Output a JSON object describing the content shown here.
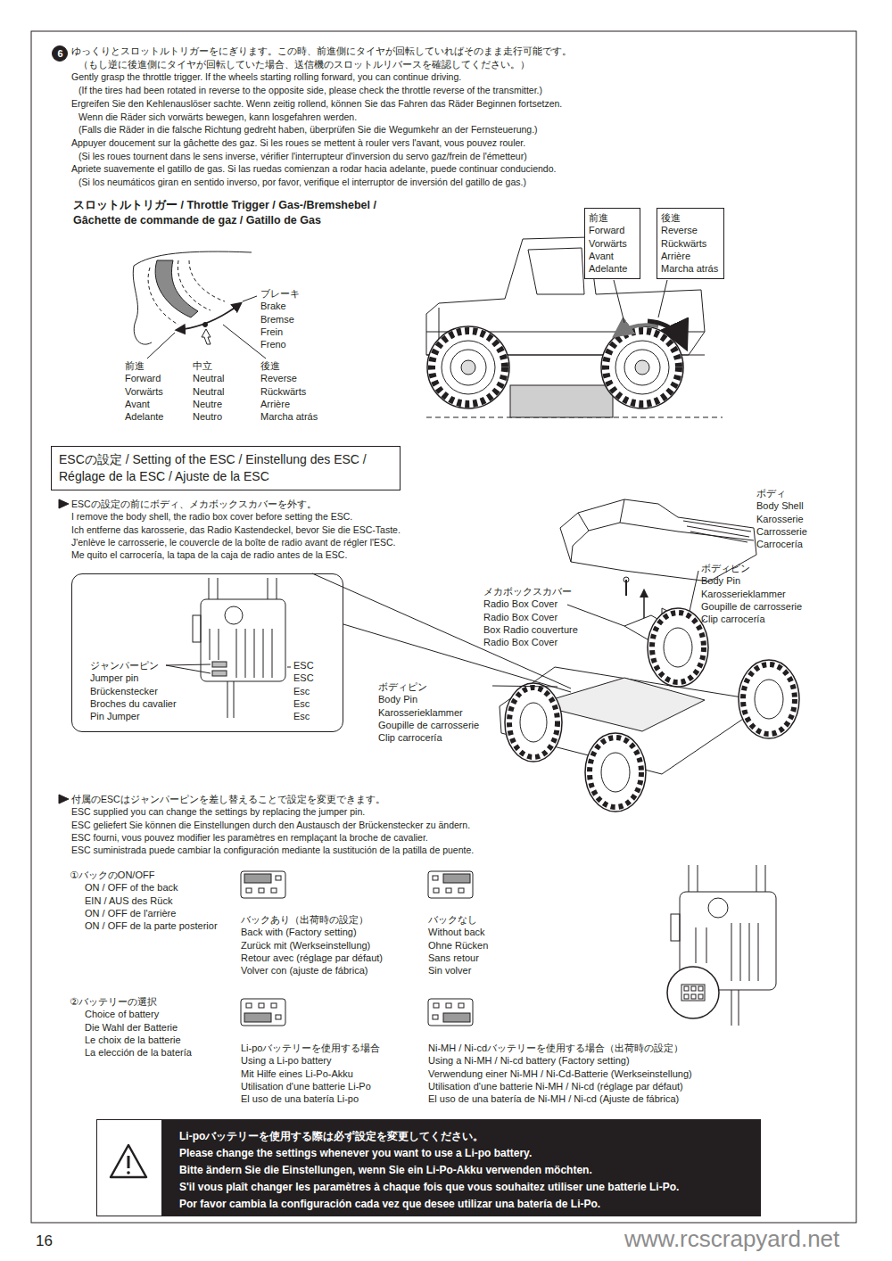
{
  "diagram": {
    "nodes": [
      {
        "text": [
          "前進",
          "Forward",
          "Vorwärts",
          "Avant",
          "Adelante"
        ]
      },
      {
        "text": [
          "後進",
          "Reverse",
          "Rückwärts",
          "Arrière",
          "Marcha atrás"
        ]
      },
      {
        "text": [
          "ESCの設定 / Setting of the ESC / Einstellung des ESC / Réglage de la ESC / Ajuste de la ESC"
        ]
      },
      {
        "text": [
          "ジャンパーピン",
          "Jumper pin",
          "Brückenstecker",
          "Broches du cavalier",
          "Pin Jumper",
          "ESC",
          "ESC",
          "Esc",
          "Esc",
          "Esc"
        ]
      },
      {
        "text": [
          "Li-poバッテリーを使用する際は必ず設定を変更してください。",
          "Please change the settings whenever you want to use a Li-po battery.",
          "Bitte ändern Sie die Einstellungen, wenn Sie ein Li-Po-Akku verwenden möchten.",
          "S'il vous plaît changer les paramètres à chaque fois que vous souhaitez utiliser une batterie Li-Po.",
          "Por favor cambia la configuración cada vez que desee utilizar una batería de Li-Po."
        ]
      }
    ],
    "labels": [
      "6",
      "ゆっくりとスロットルトリガーをにぎります。この時、前進側にタイヤが回転していればそのまま走行可能です。",
      "（もし逆に後進側にタイヤが回転していた場合、送信機のスロットルリバースを確認してください。）",
      "Gently grasp the throttle trigger.  If the wheels starting rolling forward, you can continue driving.",
      "(If the tires had been rotated in reverse to the opposite side, please check the throttle reverse of the transmitter.)",
      "Ergreifen Sie den Kehlenauslöser sachte.  Wenn zeitig rollend, können Sie das Fahren das Räder Beginnen fortsetzen.",
      "Wenn die Räder sich vorwärts bewegen, kann losgefahren werden.",
      "(Falls die Räder in die falsche Richtung gedreht haben, überprüfen Sie die Wegumkehr an der Fernsteuerung.)",
      "Appuyer doucement sur la gâchette des gaz.  Si les roues se mettent à rouler vers l'avant, vous pouvez rouler.",
      "(Si les roues tournent dans le sens inverse, vérifier l'interrupteur d'inversion du servo gaz/frein de l'émetteur)",
      "Apriete suavemente el gatillo de gas. Si las ruedas comienzan a rodar hacia adelante, puede continuar conduciendo.",
      "(Si los neumáticos giran en sentido inverso, por favor, verifique el interruptor de inversión del gatillo de gas.)",
      "スロットルトリガー / Throttle Trigger / Gas-/Bremshebel /",
      "Gâchette de commande de gaz / Gatillo de Gas",
      "ブレーキ",
      "Brake",
      "Bremse",
      "Frein",
      "Freno",
      "前進",
      "Forward",
      "Vorwärts",
      "Avant",
      "Adelante",
      "中立",
      "Neutral",
      "Neutral",
      "Neutre",
      "Neutro",
      "後進",
      "Reverse",
      "Rückwärts",
      "Arrière",
      "Marcha atrás",
      "ESCの設定の前にボディ、メカボックスカバーを外す。",
      "I remove the body shell, the radio box cover before setting the ESC.",
      "Ich entferne das karosserie, das Radio Kastendeckel, bevor Sie die ESC-Taste.",
      "J'enlève le carrosserie, le couvercle de la boîte de radio avant de régler l'ESC.",
      "Me quito el carrocería, la tapa de la caja de radio antes de la ESC.",
      "ボディ",
      "Body Shell",
      "Karosserie",
      "Carrosserie",
      "Carrocería",
      "ボディピン",
      "Body Pin",
      "Karosserieklammer",
      "Goupille de carrosserie",
      "Clip carrocería",
      "メカボックスカバー",
      "Radio Box Cover",
      "Radio Box Cover",
      "Box Radio couverture",
      "Radio Box Cover",
      "ボディピン",
      "Body Pin",
      "Karosserieklammer",
      "Goupille de carrosserie",
      "Clip carrocería",
      "付属のESCはジャンパーピンを差し替えることで設定を変更できます。",
      "ESC supplied you can change the settings by replacing the jumper pin.",
      "ESC geliefert Sie können die Einstellungen durch den Austausch der Brückenstecker zu ändern.",
      "ESC fourni, vous pouvez modifier les paramètres en remplaçant la broche de cavalier.",
      "ESC suministrada puede cambiar la configuración mediante la sustitución de la patilla de puente.",
      "①バックのON/OFF",
      "ON / OFF of the back",
      "EIN / AUS des Rück",
      "ON / OFF de l'arrière",
      "ON / OFF de la parte posterior",
      "バックあり（出荷時の設定）",
      "Back with (Factory setting)",
      "Zurück mit (Werkseinstellung)",
      "Retour avec (réglage par défaut)",
      "Volver con (ajuste de fábrica)",
      "バックなし",
      "Without back",
      "Ohne Rücken",
      "Sans retour",
      "Sin volver",
      "②バッテリーの選択",
      "Choice of battery",
      "Die Wahl der Batterie",
      "Le choix de la batterie",
      "La elección de la batería",
      "Li-poバッテリーを使用する場合",
      "Using a Li-po battery",
      "Mit Hilfe eines Li-Po-Akku",
      "Utilisation d'une batterie Li-Po",
      "El uso de una batería Li-po",
      "Ni-MH / Ni-cdバッテリーを使用する場合（出荷時の設定）",
      "Using a Ni-MH / Ni-cd battery (Factory setting)",
      "Verwendung einer Ni-MH / Ni-Cd-Batterie (Werkseinstellung)",
      "Utilisation d'une batterie Ni-MH / Ni-cd (réglage par défaut)",
      "El uso de una batería de Ni-MH / Ni-cd (Ajuste de fábrica)",
      "www.rcscrapyard.net",
      "16"
    ]
  }
}
